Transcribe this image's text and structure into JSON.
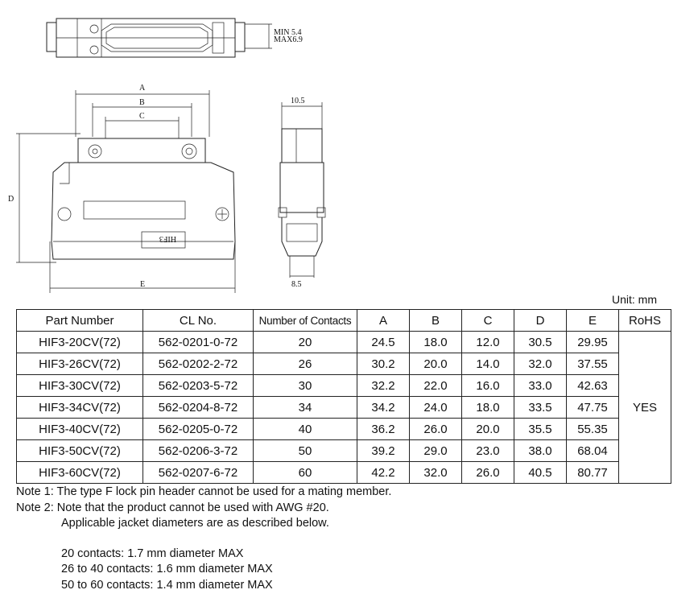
{
  "drawing": {
    "labels": {
      "a": "A",
      "b": "B",
      "c": "C",
      "d": "D",
      "e": "E",
      "depth": "10.5",
      "side_bottom": "8.5",
      "min": "MIN 5.4",
      "max": "MAX6.9",
      "marking": "HIF3"
    }
  },
  "unit": "Unit: mm",
  "table": {
    "headers": [
      "Part Number",
      "CL No.",
      "Number of Contacts",
      "A",
      "B",
      "C",
      "D",
      "E",
      "RoHS"
    ],
    "rows": [
      [
        "HIF3-20CV(72)",
        "562-0201-0-72",
        "20",
        "24.5",
        "18.0",
        "12.0",
        "30.5",
        "29.95"
      ],
      [
        "HIF3-26CV(72)",
        "562-0202-2-72",
        "26",
        "30.2",
        "20.0",
        "14.0",
        "32.0",
        "37.55"
      ],
      [
        "HIF3-30CV(72)",
        "562-0203-5-72",
        "30",
        "32.2",
        "22.0",
        "16.0",
        "33.0",
        "42.63"
      ],
      [
        "HIF3-34CV(72)",
        "562-0204-8-72",
        "34",
        "34.2",
        "24.0",
        "18.0",
        "33.5",
        "47.75"
      ],
      [
        "HIF3-40CV(72)",
        "562-0205-0-72",
        "40",
        "36.2",
        "26.0",
        "20.0",
        "35.5",
        "55.35"
      ],
      [
        "HIF3-50CV(72)",
        "562-0206-3-72",
        "50",
        "39.2",
        "29.0",
        "23.0",
        "38.0",
        "68.04"
      ],
      [
        "HIF3-60CV(72)",
        "562-0207-6-72",
        "60",
        "42.2",
        "32.0",
        "26.0",
        "40.5",
        "80.77"
      ]
    ],
    "rohs": "YES"
  },
  "notes": {
    "note1": "Note 1: The type F lock pin header cannot be used for a mating member.",
    "note2": "Note 2: Note that the product cannot be used with AWG #20.",
    "note2_cont": "Applicable jacket diameters are as described below.",
    "diameters": [
      "20 contacts: 1.7 mm diameter MAX",
      "26 to 40 contacts: 1.6 mm diameter MAX",
      "50 to 60 contacts: 1.4 mm diameter MAX"
    ]
  }
}
